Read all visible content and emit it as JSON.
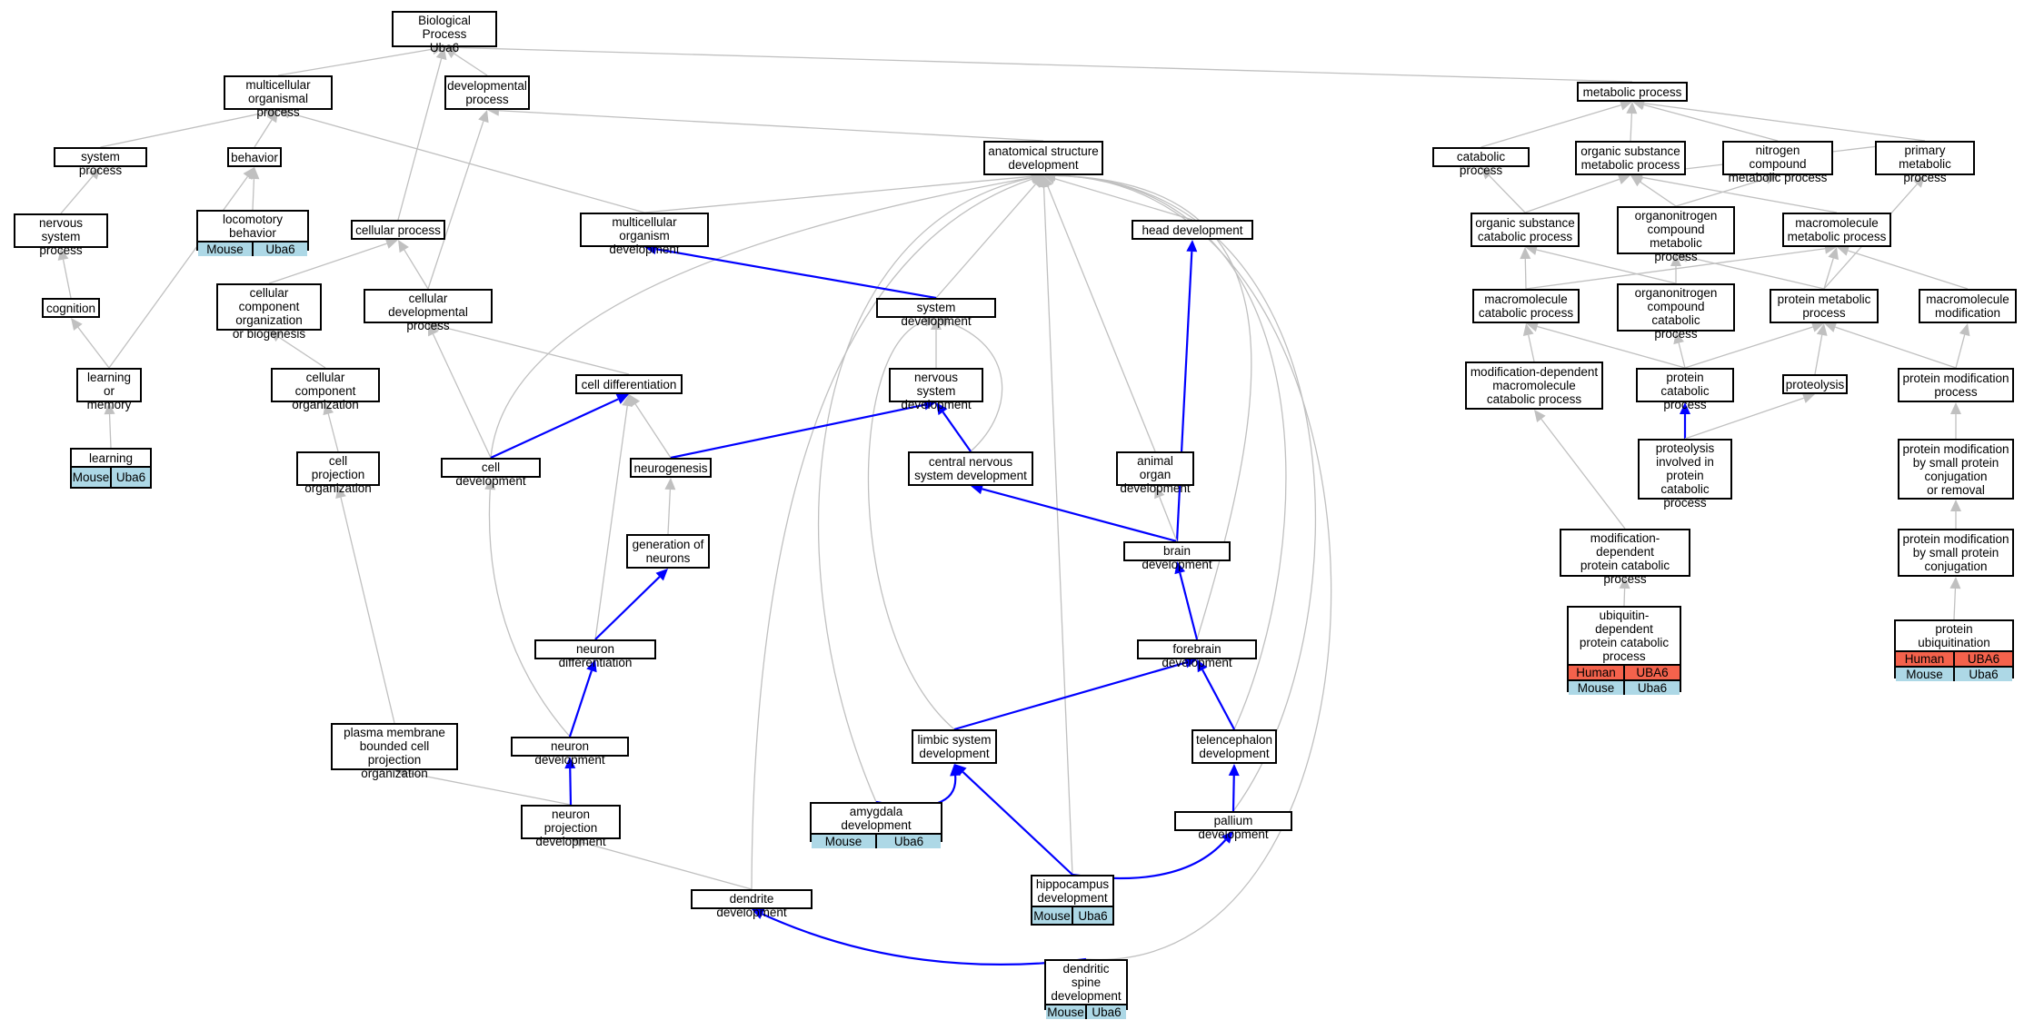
{
  "colors": {
    "blue": "#0000ff",
    "grey": "#c0c0c0",
    "human": "#f4624c",
    "mouse": "#add8e6"
  },
  "nodes": [
    {
      "id": "bp",
      "label": "Biological Process\nUba6"
    },
    {
      "id": "mop",
      "label": "multicellular\norganismal process"
    },
    {
      "id": "devp",
      "label": "developmental\nprocess"
    },
    {
      "id": "metp",
      "label": "metabolic process"
    },
    {
      "id": "sysp",
      "label": "system process"
    },
    {
      "id": "beh",
      "label": "behavior"
    },
    {
      "id": "asd",
      "label": "anatomical structure\ndevelopment"
    },
    {
      "id": "catp",
      "label": "catabolic process"
    },
    {
      "id": "osmp",
      "label": "organic substance\nmetabolic process"
    },
    {
      "id": "ncmp",
      "label": "nitrogen compound\nmetabolic process"
    },
    {
      "id": "pmp",
      "label": "primary metabolic\nprocess"
    },
    {
      "id": "nsp",
      "label": "nervous system\nprocess"
    },
    {
      "id": "locb",
      "label": "locomotory behavior",
      "species": [
        [
          "Mouse",
          "Uba6"
        ]
      ]
    },
    {
      "id": "cellp",
      "label": "cellular process"
    },
    {
      "id": "mod",
      "label": "multicellular\norganism development"
    },
    {
      "id": "headd",
      "label": "head development"
    },
    {
      "id": "oscp",
      "label": "organic substance\ncatabolic process"
    },
    {
      "id": "ocmp",
      "label": "organonitrogen\ncompound metabolic\nprocess"
    },
    {
      "id": "macmp",
      "label": "macromolecule\nmetabolic process"
    },
    {
      "id": "cog",
      "label": "cognition"
    },
    {
      "id": "ccob",
      "label": "cellular component\norganization\nor biogenesis"
    },
    {
      "id": "cdp",
      "label": "cellular developmental\nprocess"
    },
    {
      "id": "sysd",
      "label": "system development"
    },
    {
      "id": "maccp",
      "label": "macromolecule\ncatabolic process"
    },
    {
      "id": "occp",
      "label": "organonitrogen\ncompound catabolic\nprocess"
    },
    {
      "id": "protmp",
      "label": "protein metabolic\nprocess"
    },
    {
      "id": "macmod",
      "label": "macromolecule\nmodification"
    },
    {
      "id": "lom",
      "label": "learning or\nmemory"
    },
    {
      "id": "cco",
      "label": "cellular component\norganization"
    },
    {
      "id": "celldiff",
      "label": "cell differentiation"
    },
    {
      "id": "nsd",
      "label": "nervous system\ndevelopment"
    },
    {
      "id": "mdmcp",
      "label": "modification-dependent\nmacromolecule\ncatabolic process"
    },
    {
      "id": "pcp",
      "label": "protein catabolic\nprocess"
    },
    {
      "id": "prot",
      "label": "proteolysis"
    },
    {
      "id": "pmodp",
      "label": "protein modification\nprocess"
    },
    {
      "id": "learn",
      "label": "learning",
      "species": [
        [
          "Mouse",
          "Uba6"
        ]
      ]
    },
    {
      "id": "cpo",
      "label": "cell projection\norganization"
    },
    {
      "id": "celldev",
      "label": "cell development"
    },
    {
      "id": "neurog",
      "label": "neurogenesis"
    },
    {
      "id": "cnsd",
      "label": "central nervous\nsystem development"
    },
    {
      "id": "aod",
      "label": "animal organ\ndevelopment"
    },
    {
      "id": "pipcp",
      "label": "proteolysis\ninvolved in\nprotein catabolic\nprocess"
    },
    {
      "id": "pmspc",
      "label": "protein modification\nby small protein\nconjugation\nor removal"
    },
    {
      "id": "gon",
      "label": "generation of\nneurons"
    },
    {
      "id": "braind",
      "label": "brain development"
    },
    {
      "id": "mdpcp",
      "label": "modification-dependent\nprotein catabolic\nprocess"
    },
    {
      "id": "pmspconj",
      "label": "protein modification\nby small protein\nconjugation"
    },
    {
      "id": "ndiff",
      "label": "neuron differentiation"
    },
    {
      "id": "fbd",
      "label": "forebrain development"
    },
    {
      "id": "udpcp",
      "label": "ubiquitin-dependent\nprotein catabolic\nprocess",
      "species": [
        [
          "Human",
          "UBA6"
        ],
        [
          "Mouse",
          "Uba6"
        ]
      ]
    },
    {
      "id": "pubq",
      "label": "protein ubiquitination",
      "species": [
        [
          "Human",
          "UBA6"
        ],
        [
          "Mouse",
          "Uba6"
        ]
      ]
    },
    {
      "id": "pmbcpo",
      "label": "plasma membrane\nbounded cell\nprojection organization"
    },
    {
      "id": "ndev",
      "label": "neuron development"
    },
    {
      "id": "lsd",
      "label": "limbic system\ndevelopment"
    },
    {
      "id": "teld",
      "label": "telencephalon\ndevelopment"
    },
    {
      "id": "npd",
      "label": "neuron projection\ndevelopment"
    },
    {
      "id": "amyg",
      "label": "amygdala development",
      "species": [
        [
          "Mouse",
          "Uba6"
        ]
      ]
    },
    {
      "id": "palld",
      "label": "pallium development"
    },
    {
      "id": "dendd",
      "label": "dendrite development"
    },
    {
      "id": "hippo",
      "label": "hippocampus\ndevelopment",
      "species": [
        [
          "Mouse",
          "Uba6"
        ]
      ]
    },
    {
      "id": "dsd",
      "label": "dendritic spine\ndevelopment",
      "species": [
        [
          "Mouse",
          "Uba6"
        ]
      ]
    }
  ]
}
